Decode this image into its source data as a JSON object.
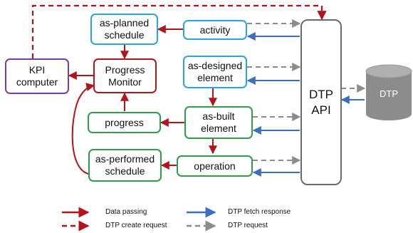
{
  "nodes": {
    "as_planned_schedule": "as-planned\nschedule",
    "activity": "activity",
    "kpi_computer": "KPI\ncomputer",
    "progress_monitor": "Progress\nMonitor",
    "as_designed_element": "as-designed\nelement",
    "progress": "progress",
    "as_built_element": "as-built\nelement",
    "as_performed_schedule": "as-performed\nschedule",
    "operation": "operation",
    "dtp_api": "DTP\nAPI",
    "dtp_db": "DTP"
  },
  "legend": {
    "data_passing": "Data passing",
    "dtp_create_request": "DTP create request",
    "dtp_fetch_response": "DTP fetch response",
    "dtp_request": "DTP request"
  },
  "colors": {
    "data_passing": "#b3141c",
    "create_request": "#b3141c",
    "fetch_response": "#3b6fbf",
    "request": "#8c8c8c",
    "database": "#8c8c8c"
  }
}
